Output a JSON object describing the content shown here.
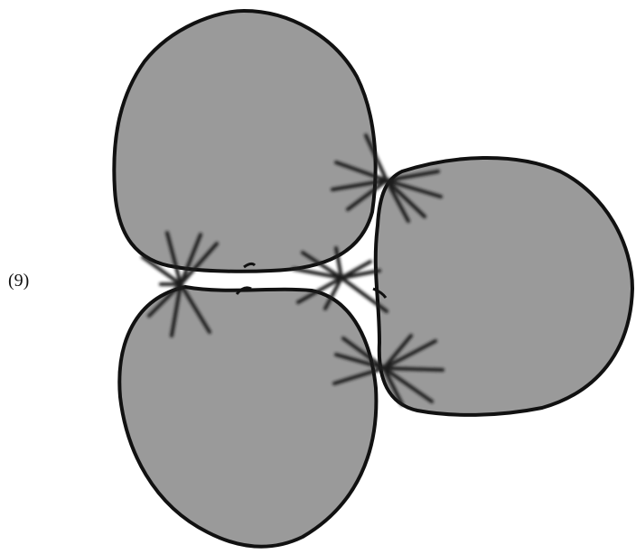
{
  "figure": {
    "label": "(9)",
    "lobe_fill": "#9a9a9a",
    "outline_color": "#111111",
    "lobes": [
      {
        "name": "top-left-lobe"
      },
      {
        "name": "bottom-left-lobe"
      },
      {
        "name": "right-lobe"
      }
    ],
    "junctions": [
      {
        "name": "left-junction"
      },
      {
        "name": "center-junction"
      },
      {
        "name": "upper-right-junction"
      },
      {
        "name": "lower-right-junction"
      }
    ]
  }
}
